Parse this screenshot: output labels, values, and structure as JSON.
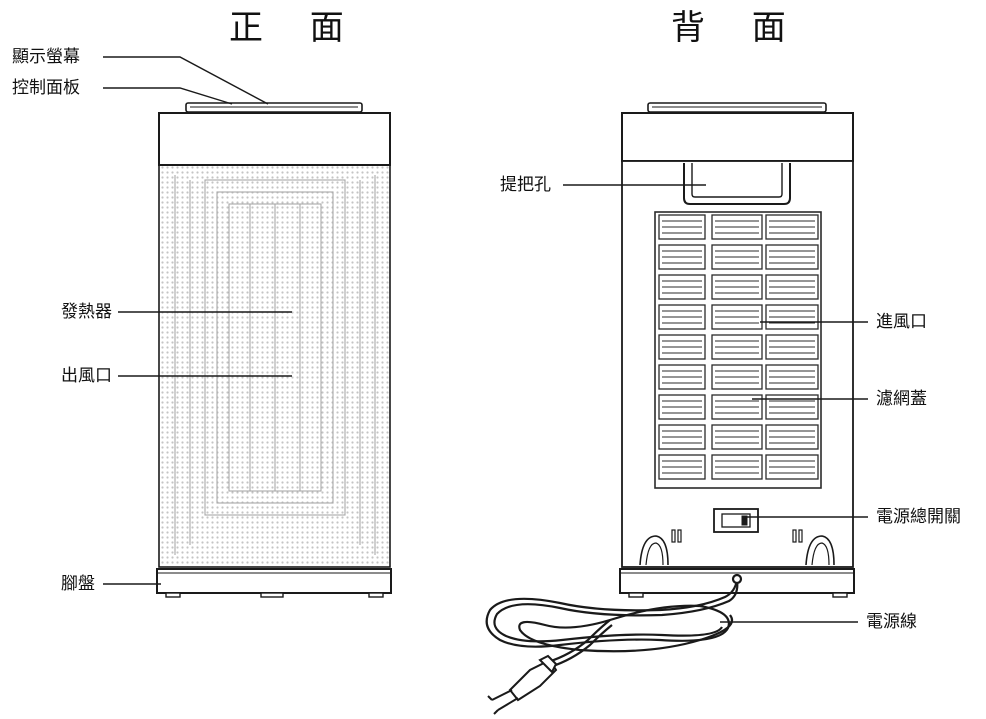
{
  "front": {
    "title": "正 面",
    "labels": {
      "display": "顯示螢幕",
      "control_panel": "控制面板",
      "heater": "發熱器",
      "outlet": "出風口",
      "base": "腳盤"
    }
  },
  "back": {
    "title": "背 面",
    "labels": {
      "handle": "提把孔",
      "inlet": "進風口",
      "filter_cover": "濾網蓋",
      "power_switch": "電源總開關",
      "power_cord": "電源線"
    }
  },
  "colors": {
    "line": "#1a1a1a",
    "mesh": "#bdbdbd",
    "grille": "#2b2b2b"
  }
}
